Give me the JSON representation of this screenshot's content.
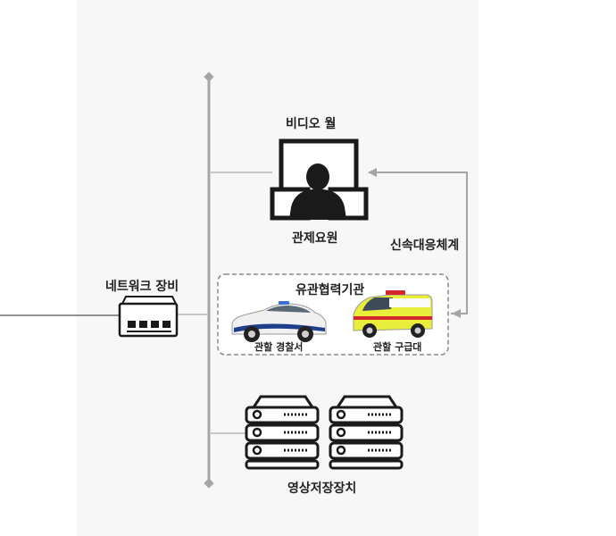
{
  "labels": {
    "video_wall": "비디오 월",
    "operator": "관제요원",
    "rapid_response": "신속대응체계",
    "network_equipment": "네트워크 장비",
    "partner_agencies": "유관협력기관",
    "police_station": "관할 경찰서",
    "ambulance": "관할 구급대",
    "video_storage": "영상저장장치"
  },
  "colors": {
    "line": "#a5a5a5",
    "dark": "#1a1a1a",
    "panel": "#f7f7f7",
    "police_blue": "#1f3f8a",
    "ambulance_yellow": "#d7e000",
    "ambulance_red": "#d0282c"
  }
}
